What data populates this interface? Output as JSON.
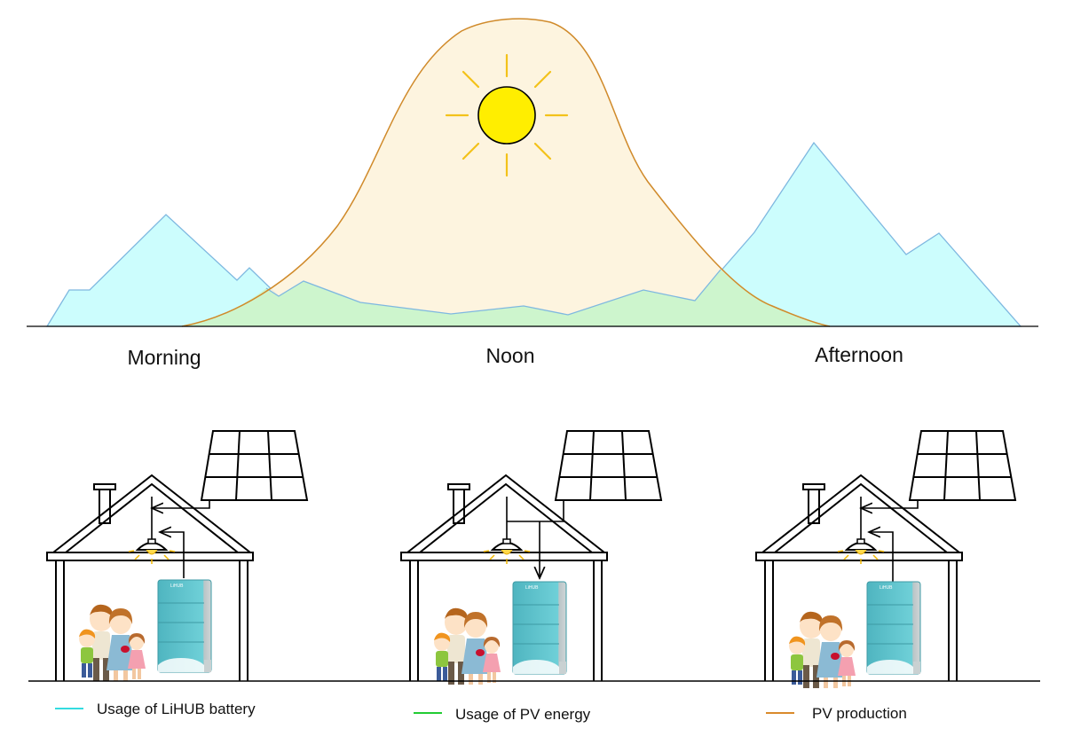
{
  "time_labels": {
    "morning": "Morning",
    "noon": "Noon",
    "afternoon": "Afternoon"
  },
  "houses": [
    {
      "id": "morning",
      "battery_brand": "LiHUB",
      "flow": "battery-to-home"
    },
    {
      "id": "noon",
      "battery_brand": "LiHUB",
      "flow": "pv-to-home-and-battery"
    },
    {
      "id": "afternoon",
      "battery_brand": "LiHUB",
      "flow": "battery-to-home"
    }
  ],
  "legend": [
    {
      "label": "Usage of LiHUB battery",
      "color": "#33dce0"
    },
    {
      "label": "Usage of PV energy",
      "color": "#22cc33"
    },
    {
      "label": "PV production",
      "color": "#d98a2b"
    }
  ],
  "colors": {
    "battery_fill": "#ccfdfd",
    "battery_stroke": "#7fb8e0",
    "pv_usage_fill": "#cdf5cd",
    "pv_production_fill": "#fdf3dc",
    "pv_production_stroke": "#d08a2a",
    "sun": "#ffee00",
    "sun_rays": "#f3c21a",
    "battery_body": "#5cc2cc"
  },
  "icons": [
    "sun-icon",
    "solar-panel-icon",
    "ceiling-lamp-icon",
    "lihub-battery-icon",
    "family-icon"
  ]
}
